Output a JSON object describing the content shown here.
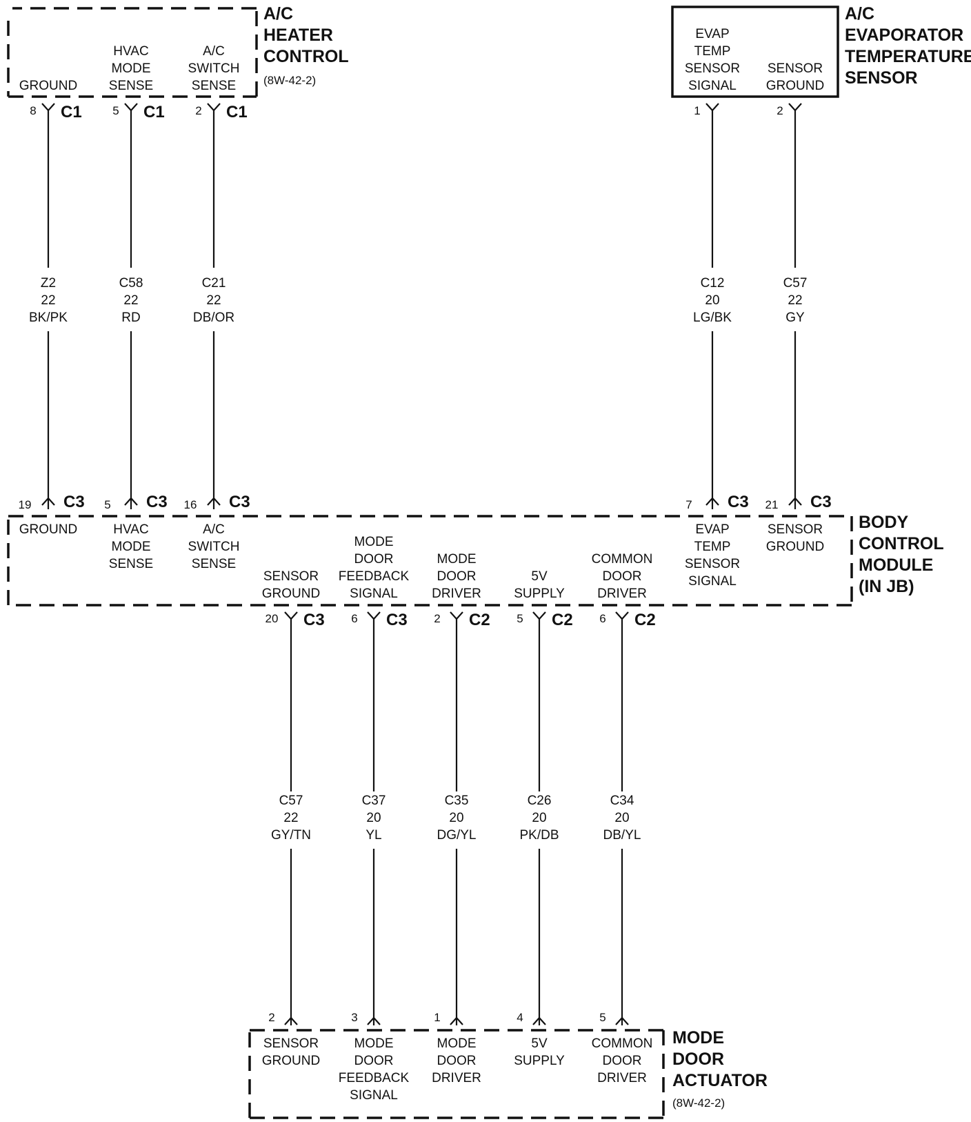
{
  "components": {
    "heater_control": {
      "title": [
        "A/C",
        "HEATER",
        "CONTROL"
      ],
      "ref": "(8W-42-2)",
      "pins": [
        {
          "label": [
            "GROUND"
          ],
          "pin": "8",
          "conn": "C1"
        },
        {
          "label": [
            "HVAC",
            "MODE",
            "SENSE"
          ],
          "pin": "5",
          "conn": "C1"
        },
        {
          "label": [
            "A/C",
            "SWITCH",
            "SENSE"
          ],
          "pin": "2",
          "conn": "C1"
        }
      ]
    },
    "evap_sensor": {
      "title": [
        "A/C",
        "EVAPORATOR",
        "TEMPERATURE",
        "SENSOR"
      ],
      "pins": [
        {
          "label": [
            "EVAP",
            "TEMP",
            "SENSOR",
            "SIGNAL"
          ],
          "pin": "1"
        },
        {
          "label": [
            "SENSOR",
            "GROUND"
          ],
          "pin": "2"
        }
      ]
    },
    "bcm": {
      "title": [
        "BODY",
        "CONTROL",
        "MODULE",
        "(IN JB)"
      ],
      "top_pins": [
        {
          "label": [
            "GROUND"
          ],
          "pin": "19",
          "conn": "C3"
        },
        {
          "label": [
            "HVAC",
            "MODE",
            "SENSE"
          ],
          "pin": "5",
          "conn": "C3"
        },
        {
          "label": [
            "A/C",
            "SWITCH",
            "SENSE"
          ],
          "pin": "16",
          "conn": "C3"
        },
        {
          "label": [
            "EVAP",
            "TEMP",
            "SENSOR",
            "SIGNAL"
          ],
          "pin": "7",
          "conn": "C3"
        },
        {
          "label": [
            "SENSOR",
            "GROUND"
          ],
          "pin": "21",
          "conn": "C3"
        }
      ],
      "bottom_pins": [
        {
          "label": [
            "SENSOR",
            "GROUND"
          ],
          "pin": "20",
          "conn": "C3"
        },
        {
          "label": [
            "MODE",
            "DOOR",
            "FEEDBACK",
            "SIGNAL"
          ],
          "pin": "6",
          "conn": "C3"
        },
        {
          "label": [
            "MODE",
            "DOOR",
            "DRIVER"
          ],
          "pin": "2",
          "conn": "C2"
        },
        {
          "label": [
            "5V",
            "SUPPLY"
          ],
          "pin": "5",
          "conn": "C2"
        },
        {
          "label": [
            "COMMON",
            "DOOR",
            "DRIVER"
          ],
          "pin": "6",
          "conn": "C2"
        }
      ]
    },
    "actuator": {
      "title": [
        "MODE",
        "DOOR",
        "ACTUATOR"
      ],
      "ref": "(8W-42-2)",
      "pins": [
        {
          "label": [
            "SENSOR",
            "GROUND"
          ],
          "pin": "2"
        },
        {
          "label": [
            "MODE",
            "DOOR",
            "FEEDBACK",
            "SIGNAL"
          ],
          "pin": "3"
        },
        {
          "label": [
            "MODE",
            "DOOR",
            "DRIVER"
          ],
          "pin": "1"
        },
        {
          "label": [
            "5V",
            "SUPPLY"
          ],
          "pin": "4"
        },
        {
          "label": [
            "COMMON",
            "DOOR",
            "DRIVER"
          ],
          "pin": "5"
        }
      ]
    }
  },
  "wires": {
    "upper": [
      {
        "circuit": "Z2",
        "gauge": "22",
        "color": "BK/PK"
      },
      {
        "circuit": "C58",
        "gauge": "22",
        "color": "RD"
      },
      {
        "circuit": "C21",
        "gauge": "22",
        "color": "DB/OR"
      },
      {
        "circuit": "C12",
        "gauge": "20",
        "color": "LG/BK"
      },
      {
        "circuit": "C57",
        "gauge": "22",
        "color": "GY"
      }
    ],
    "lower": [
      {
        "circuit": "C57",
        "gauge": "22",
        "color": "GY/TN"
      },
      {
        "circuit": "C37",
        "gauge": "20",
        "color": "YL"
      },
      {
        "circuit": "C35",
        "gauge": "20",
        "color": "DG/YL"
      },
      {
        "circuit": "C26",
        "gauge": "20",
        "color": "PK/DB"
      },
      {
        "circuit": "C34",
        "gauge": "20",
        "color": "DB/YL"
      }
    ]
  }
}
